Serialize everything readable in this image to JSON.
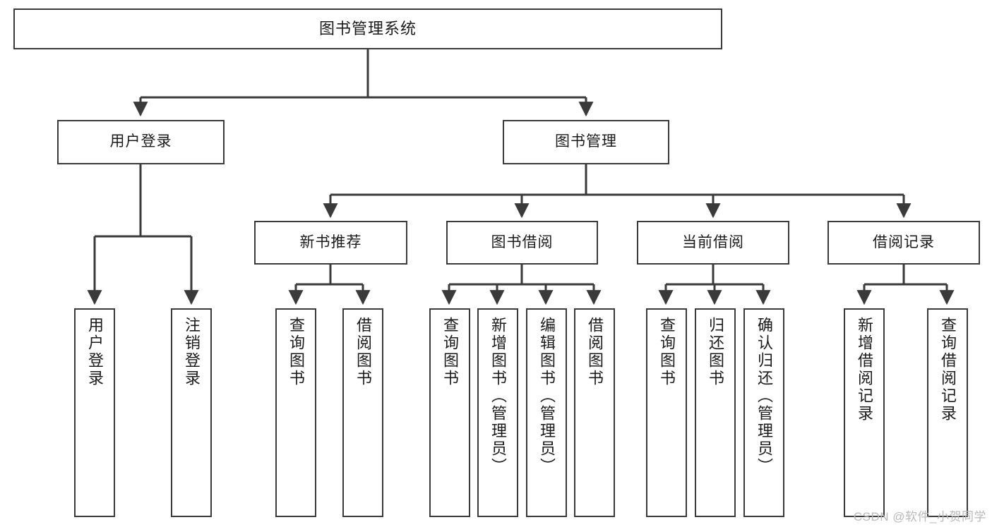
{
  "diagram": {
    "title": "图书管理系统",
    "type": "tree-hierarchy-chart",
    "root": {
      "label": "图书管理系统"
    },
    "level2": [
      {
        "label": "用户登录"
      },
      {
        "label": "图书管理"
      }
    ],
    "level3": [
      {
        "label": "新书推荐"
      },
      {
        "label": "图书借阅"
      },
      {
        "label": "当前借阅"
      },
      {
        "label": "借阅记录"
      }
    ],
    "leaves": {
      "user_login": [
        {
          "label": "用户登录"
        },
        {
          "label": "注销登录"
        }
      ],
      "new_book_recommend": [
        {
          "label": "查询图书"
        },
        {
          "label": "借阅图书"
        }
      ],
      "book_borrow": [
        {
          "label": "查询图书"
        },
        {
          "label": "新增图书（管理员）"
        },
        {
          "label": "编辑图书（管理员）"
        },
        {
          "label": "借阅图书"
        }
      ],
      "current_borrow": [
        {
          "label": "查询图书"
        },
        {
          "label": "归还图书"
        },
        {
          "label": "确认归还（管理员）"
        }
      ],
      "borrow_record": [
        {
          "label": "新增借阅记录"
        },
        {
          "label": "查询借阅记录"
        }
      ]
    }
  },
  "watermark": {
    "text": "CSDN @软件_小贺同学"
  },
  "colors": {
    "stroke": "#3a3a3a",
    "fill": "#ffffff",
    "text": "#1a1a1a",
    "watermark": "#b9b9b9"
  }
}
